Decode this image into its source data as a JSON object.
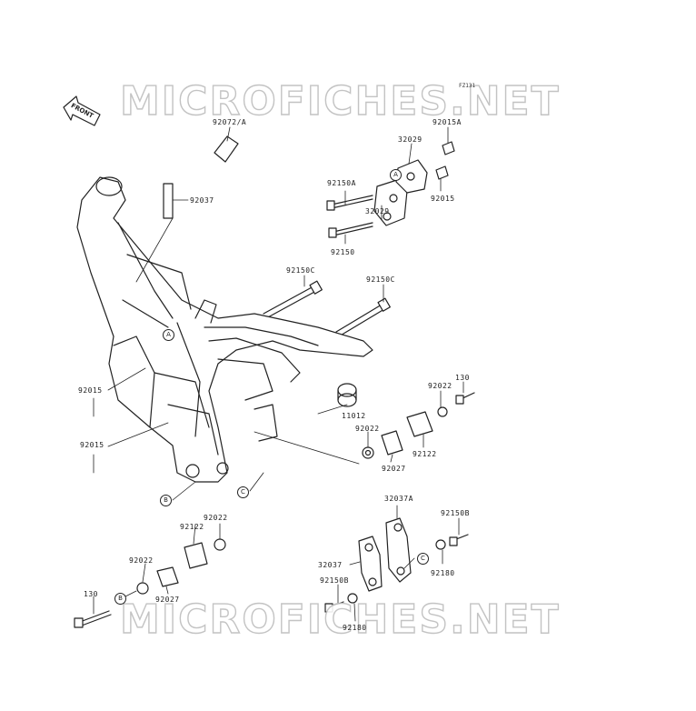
{
  "watermark": "MICROFICHES.NET",
  "figure_code": "FZ131",
  "direction_label": "FRONT",
  "parts": [
    {
      "id": "p1",
      "label": "92072/A"
    },
    {
      "id": "p2",
      "label": "92037"
    },
    {
      "id": "p3",
      "label": "92015A"
    },
    {
      "id": "p4",
      "label": "32029"
    },
    {
      "id": "p5",
      "label": "92150A"
    },
    {
      "id": "p6",
      "label": "92015"
    },
    {
      "id": "p7",
      "label": "32029"
    },
    {
      "id": "p8",
      "label": "92150"
    },
    {
      "id": "p9",
      "label": "92150C"
    },
    {
      "id": "p10",
      "label": "92150C"
    },
    {
      "id": "p11",
      "label": "92015"
    },
    {
      "id": "p12",
      "label": "92015"
    },
    {
      "id": "p13",
      "label": "11012"
    },
    {
      "id": "p14",
      "label": "92022"
    },
    {
      "id": "p15",
      "label": "130"
    },
    {
      "id": "p16",
      "label": "92022"
    },
    {
      "id": "p17",
      "label": "92122"
    },
    {
      "id": "p18",
      "label": "92027"
    },
    {
      "id": "p19",
      "label": "32037A"
    },
    {
      "id": "p20",
      "label": "92150B"
    },
    {
      "id": "p21",
      "label": "92022"
    },
    {
      "id": "p22",
      "label": "92122"
    },
    {
      "id": "p23",
      "label": "92022"
    },
    {
      "id": "p24",
      "label": "32037"
    },
    {
      "id": "p25",
      "label": "92180"
    },
    {
      "id": "p26",
      "label": "92150B"
    },
    {
      "id": "p27",
      "label": "92027"
    },
    {
      "id": "p28",
      "label": "130"
    },
    {
      "id": "p29",
      "label": "92180"
    }
  ],
  "callouts": {
    "a": "A",
    "b": "B",
    "c": "C"
  }
}
